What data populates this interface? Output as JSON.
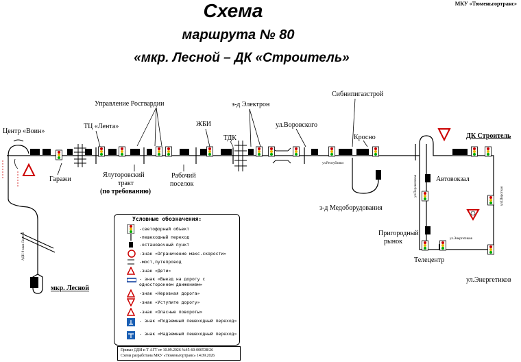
{
  "org": "МКУ «Тюменьгортранс»",
  "title": {
    "line1": "Схема",
    "line2": "маршрута № 80",
    "line3": "«мкр. Лесной – ДК «Строитель»"
  },
  "labels": {
    "center_voin": "Центр «Воин»",
    "garazhi": "Гаражи",
    "tc_lenta": "ТЦ «Лента»",
    "upravlenie": "Управление Росгвардии",
    "yalutorovsky_1": "Ялуторовский",
    "yalutorovsky_2": "тракт",
    "yalutorovsky_3": "(по требованию)",
    "zhbi": "ЖБИ",
    "rabochiy_1": "Рабочий",
    "rabochiy_2": "поселок",
    "tdk": "ТДК",
    "zd_elektron": "з-д Электрон",
    "vorovskogo": "ул.Воровского",
    "sibnipi": "Сибнипигазстрой",
    "krosno": "Кросно",
    "zd_medob": "з-д Медоборудования",
    "dk_stroitel": "ДК Строитель",
    "avtovokzal": "Автовокзал",
    "prigorodny_1": "Пригородный",
    "prigorodny_2": "рынок",
    "telecentr": "Телецентр",
    "energetikov": "ул.Энергетиков",
    "mkr_lesnoy": "мкр. Лесной",
    "street_vert_left": "АДН 8 мкм Лесной",
    "street_respub": "ул.Республики",
    "street_perekopskaya": "ул.Перекопская",
    "street_shirotnaya": "ул.Широтная",
    "street_energ_small": "ул.Энергетиков"
  },
  "legend": {
    "title": "Условные обозначения:",
    "items": [
      "-светофорный объект",
      "-пешеходный переход",
      "-остановочный пункт",
      "-знак «Ограничение макс.скорости»",
      "-мост,путепровод",
      "-знак «Дети»",
      "- знак «Выезд на дорогу с одностороннем движением»",
      "-знак «Неровная дорога»",
      "-знак «Уступите дорогу»",
      "-знак «Опасные повороты»",
      "- знак «Подземный пешеходный переход»",
      "- знак «Надземный пешеходный переход»"
    ]
  },
  "footer": {
    "line1": "Приказ ДДИ и Т АГТ от 10.09.2026 №45-60-000538/26",
    "line2": "Схема разработана МКУ «Тюменьгортранс» 14.09.2026"
  }
}
